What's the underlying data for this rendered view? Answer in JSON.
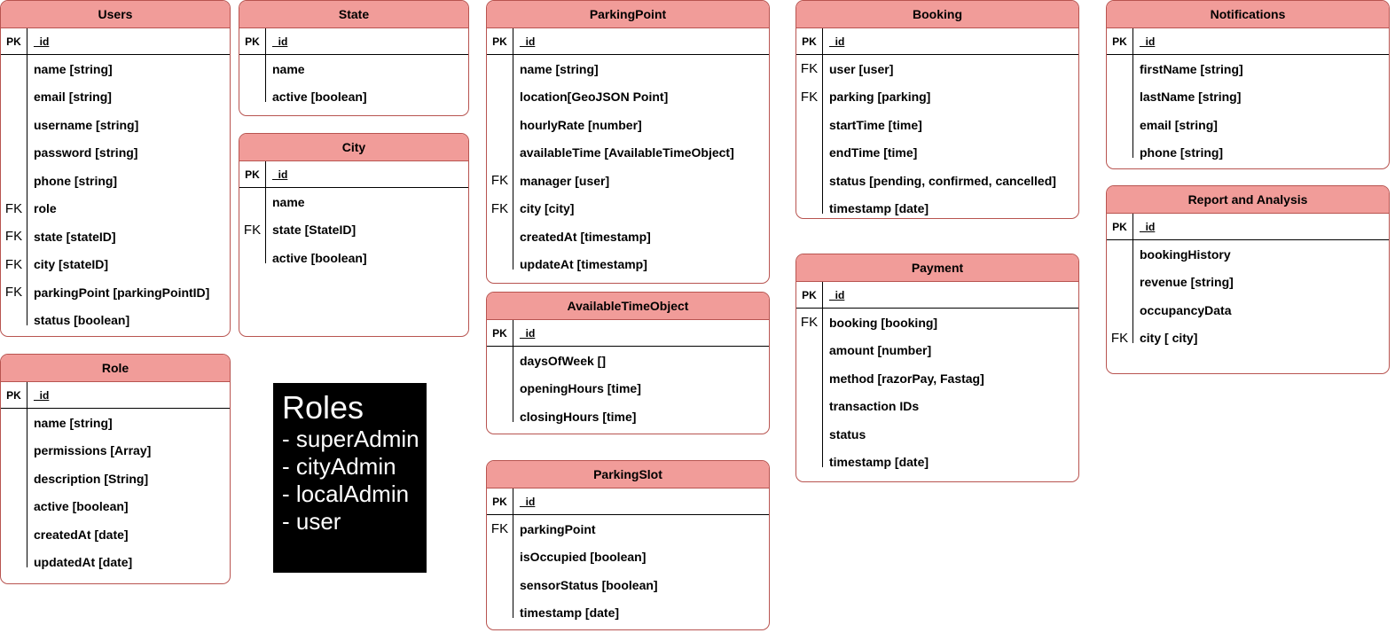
{
  "colors": {
    "header_fill": "#f19c99",
    "border": "#b85450",
    "note_background": "#000000",
    "note_text": "#ffffff"
  },
  "pk_label": "PK",
  "fk_label": "FK",
  "entities": {
    "users": {
      "title": "Users",
      "pk": "_id",
      "fields": [
        {
          "key": "",
          "name": "name [string]"
        },
        {
          "key": "",
          "name": "email [string]"
        },
        {
          "key": "",
          "name": "username [string]"
        },
        {
          "key": "",
          "name": "password [string]"
        },
        {
          "key": "",
          "name": "phone [string]"
        },
        {
          "key": "FK",
          "name": "role"
        },
        {
          "key": "FK",
          "name": "state [stateID]"
        },
        {
          "key": "FK",
          "name": "city [stateID]"
        },
        {
          "key": "FK",
          "name": "parkingPoint [parkingPointID]"
        },
        {
          "key": "",
          "name": "status [boolean]"
        }
      ]
    },
    "state": {
      "title": "State",
      "pk": "_id",
      "fields": [
        {
          "key": "",
          "name": "name"
        },
        {
          "key": "",
          "name": "active [boolean]"
        }
      ]
    },
    "city": {
      "title": "City",
      "pk": "_id",
      "fields": [
        {
          "key": "",
          "name": "name"
        },
        {
          "key": "FK",
          "name": "state [StateID]"
        },
        {
          "key": "",
          "name": "active [boolean]"
        }
      ]
    },
    "role": {
      "title": "Role",
      "pk": "_id",
      "fields": [
        {
          "key": "",
          "name": "name [string]"
        },
        {
          "key": "",
          "name": "permissions [Array]"
        },
        {
          "key": "",
          "name": "description [String]"
        },
        {
          "key": "",
          "name": "active [boolean]"
        },
        {
          "key": "",
          "name": "createdAt [date]"
        },
        {
          "key": "",
          "name": "updatedAt [date]"
        }
      ]
    },
    "parking_point": {
      "title": "ParkingPoint",
      "pk": "_id",
      "fields": [
        {
          "key": "",
          "name": "name [string]"
        },
        {
          "key": "",
          "name": "location[GeoJSON Point]"
        },
        {
          "key": "",
          "name": "hourlyRate [number]"
        },
        {
          "key": "",
          "name": "availableTime [AvailableTimeObject]"
        },
        {
          "key": "FK",
          "name": "manager [user]"
        },
        {
          "key": "FK",
          "name": "city [city]"
        },
        {
          "key": "",
          "name": "createdAt [timestamp]"
        },
        {
          "key": "",
          "name": "updateAt [timestamp]"
        }
      ]
    },
    "available_time_object": {
      "title": "AvailableTimeObject",
      "pk": "_id",
      "fields": [
        {
          "key": "",
          "name": "daysOfWeek []"
        },
        {
          "key": "",
          "name": "openingHours [time]"
        },
        {
          "key": "",
          "name": "closingHours [time]"
        }
      ]
    },
    "parking_slot": {
      "title": "ParkingSlot",
      "pk": "_id",
      "fields": [
        {
          "key": "FK",
          "name": "parkingPoint"
        },
        {
          "key": "",
          "name": "isOccupied [boolean]"
        },
        {
          "key": "",
          "name": "sensorStatus [boolean]"
        },
        {
          "key": "",
          "name": "timestamp [date]"
        }
      ]
    },
    "booking": {
      "title": "Booking",
      "pk": "_id",
      "fields": [
        {
          "key": "FK",
          "name": "user [user]"
        },
        {
          "key": "FK",
          "name": "parking [parking]"
        },
        {
          "key": "",
          "name": "startTime [time]"
        },
        {
          "key": "",
          "name": "endTime [time]"
        },
        {
          "key": "",
          "name": "status [pending, confirmed, cancelled]"
        },
        {
          "key": "",
          "name": "timestamp [date]"
        }
      ]
    },
    "payment": {
      "title": "Payment",
      "pk": "_id",
      "fields": [
        {
          "key": "FK",
          "name": "booking [booking]"
        },
        {
          "key": "",
          "name": "amount [number]"
        },
        {
          "key": "",
          "name": "method [razorPay, Fastag]"
        },
        {
          "key": "",
          "name": "transaction IDs"
        },
        {
          "key": "",
          "name": "status"
        },
        {
          "key": "",
          "name": "timestamp [date]"
        }
      ]
    },
    "notifications": {
      "title": "Notifications",
      "pk": "_id",
      "fields": [
        {
          "key": "",
          "name": "firstName [string]"
        },
        {
          "key": "",
          "name": "lastName [string]"
        },
        {
          "key": "",
          "name": "email [string]"
        },
        {
          "key": "",
          "name": "phone [string]"
        }
      ]
    },
    "report_and_analysis": {
      "title": "Report and Analysis",
      "pk": "_id",
      "fields": [
        {
          "key": "",
          "name": "bookingHistory"
        },
        {
          "key": "",
          "name": "revenue [string]"
        },
        {
          "key": "",
          "name": "occupancyData"
        },
        {
          "key": "FK",
          "name": "city [ city]"
        }
      ]
    }
  },
  "roles_note": {
    "title": "Roles",
    "items": [
      "- superAdmin",
      "- cityAdmin",
      "- localAdmin",
      "- user"
    ]
  }
}
